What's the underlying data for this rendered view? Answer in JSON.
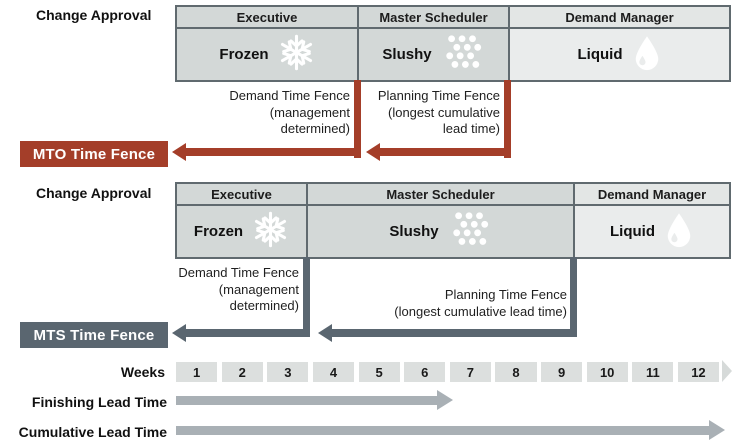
{
  "colors": {
    "mto_accent": "#A43E29",
    "mts_accent": "#5A6670",
    "cell_bg": "#D3D8D7",
    "liquid_column_bg": "#EAECEC",
    "table_border": "#606A6F",
    "week_box_bg": "#DCDFDE",
    "leadtime_bar": "#A9B0B5"
  },
  "mto": {
    "change_approval_label": "Change Approval",
    "columns": [
      {
        "approver": "Executive",
        "state": "Frozen",
        "icon": "snowflake-icon"
      },
      {
        "approver": "Master Scheduler",
        "state": "Slushy",
        "icon": "slush-dots-icon"
      },
      {
        "approver": "Demand Manager",
        "state": "Liquid",
        "icon": "water-drop-icon"
      }
    ],
    "demand_fence": {
      "line1": "Demand Time Fence",
      "line2": "(management",
      "line3": "determined)"
    },
    "planning_fence": {
      "line1": "Planning Time Fence",
      "line2": "(longest cumulative",
      "line3": "lead time)"
    },
    "badge_label": "MTO Time Fence"
  },
  "mts": {
    "change_approval_label": "Change Approval",
    "columns": [
      {
        "approver": "Executive",
        "state": "Frozen",
        "icon": "snowflake-icon"
      },
      {
        "approver": "Master Scheduler",
        "state": "Slushy",
        "icon": "slush-dots-icon"
      },
      {
        "approver": "Demand Manager",
        "state": "Liquid",
        "icon": "water-drop-icon"
      }
    ],
    "demand_fence": {
      "line1": "Demand Time Fence",
      "line2": "(management",
      "line3": "determined)"
    },
    "planning_fence": {
      "line1": "Planning Time Fence",
      "line2": "(longest cumulative lead time)",
      "line3": ""
    },
    "badge_label": "MTS Time Fence"
  },
  "timeline": {
    "weeks_label": "Weeks",
    "weeks": [
      "1",
      "2",
      "3",
      "4",
      "5",
      "6",
      "7",
      "8",
      "9",
      "10",
      "11",
      "12"
    ],
    "finishing_label": "Finishing Lead Time",
    "cumulative_label": "Cumulative Lead Time"
  }
}
